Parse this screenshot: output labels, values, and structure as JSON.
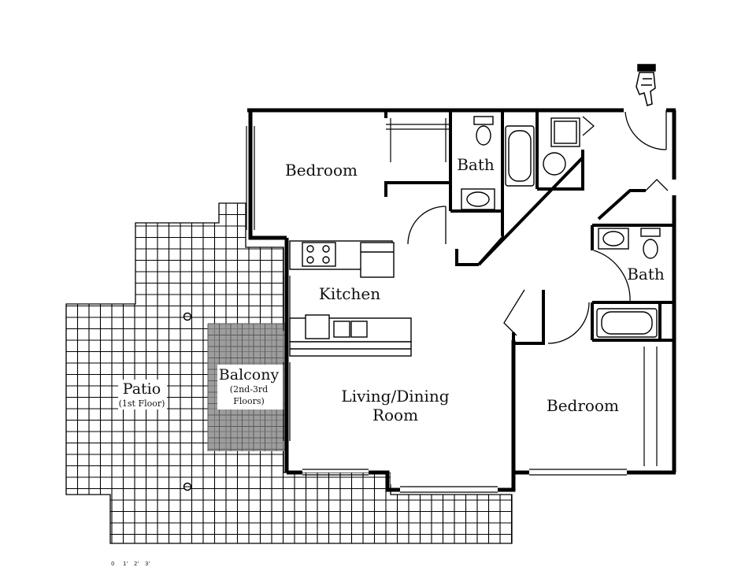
{
  "rooms": {
    "bedroom_1": "Bedroom",
    "bath_1": "Bath",
    "bath_2": "Bath",
    "kitchen": "Kitchen",
    "living_line1": "Living/Dining",
    "living_line2": "Room",
    "bedroom_2": "Bedroom"
  },
  "outdoor": {
    "patio": "Patio",
    "patio_note": "(1st Floor)",
    "balcony": "Balcony",
    "balcony_note_1": "(2nd-3rd",
    "balcony_note_2": "Floors)"
  },
  "scale": {
    "ticks": [
      "0",
      "1'",
      "2'",
      "3'"
    ]
  },
  "colors": {
    "wall": "#000000",
    "balcony_fill": "#8c8c8c",
    "grid": "#000000"
  },
  "icons": [
    "pointing-hand-icon",
    "drain-icon"
  ]
}
